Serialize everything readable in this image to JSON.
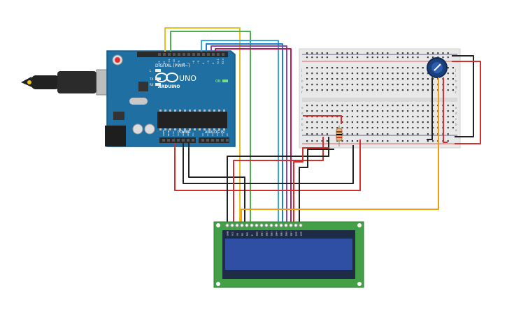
{
  "arduino": {
    "brand": "ARDUINO",
    "model": "UNO",
    "digital_label": "DIGITAL (PWM~)",
    "power_label": "POWER",
    "analog_label": "ANALOG IN",
    "on_label": "ON",
    "l_label": "L",
    "tx_label": "TX",
    "rx_label": "RX",
    "digital_pins": [
      "13",
      "12",
      "~11",
      "~10",
      "~9",
      "8",
      "7",
      "~6",
      "~5",
      "4",
      "~3",
      "2",
      "TX 1",
      "RX 0"
    ],
    "power_pins": [
      "IOREF",
      "RESET",
      "3.3V",
      "5V",
      "GND",
      "GND",
      "Vin"
    ],
    "analog_pins": [
      "A0",
      "A1",
      "A2",
      "A3",
      "A4",
      "A5"
    ],
    "colors": {
      "board": "#1f6fa3",
      "header": "#2a2a2a"
    }
  },
  "breadboard": {
    "row_letters": [
      "a",
      "b",
      "c",
      "d",
      "e",
      "f",
      "g",
      "h",
      "i",
      "j"
    ],
    "colors": {
      "body": "#e8e8e8",
      "hole": "#3c3c3c",
      "rail_red": "#d33",
      "rail_blue": "#336"
    }
  },
  "lcd": {
    "pins": [
      "GND",
      "VCC",
      "V0",
      "RS",
      "RW",
      "E",
      "DB0",
      "DB1",
      "DB2",
      "DB3",
      "DB4",
      "DB5",
      "DB6",
      "DB7",
      "LED",
      "LED"
    ],
    "colors": {
      "pcb": "#43a047",
      "screen": "#2e4fa3"
    }
  },
  "wire_colors": {
    "yellow": "#e8c21e",
    "green": "#4caf50",
    "cyan": "#34aadc",
    "blue": "#1c7ed6",
    "purple": "#8e44ad",
    "magenta": "#c2185b",
    "red": "#d32f2f",
    "black": "#222222",
    "orange": "#f39c12"
  }
}
